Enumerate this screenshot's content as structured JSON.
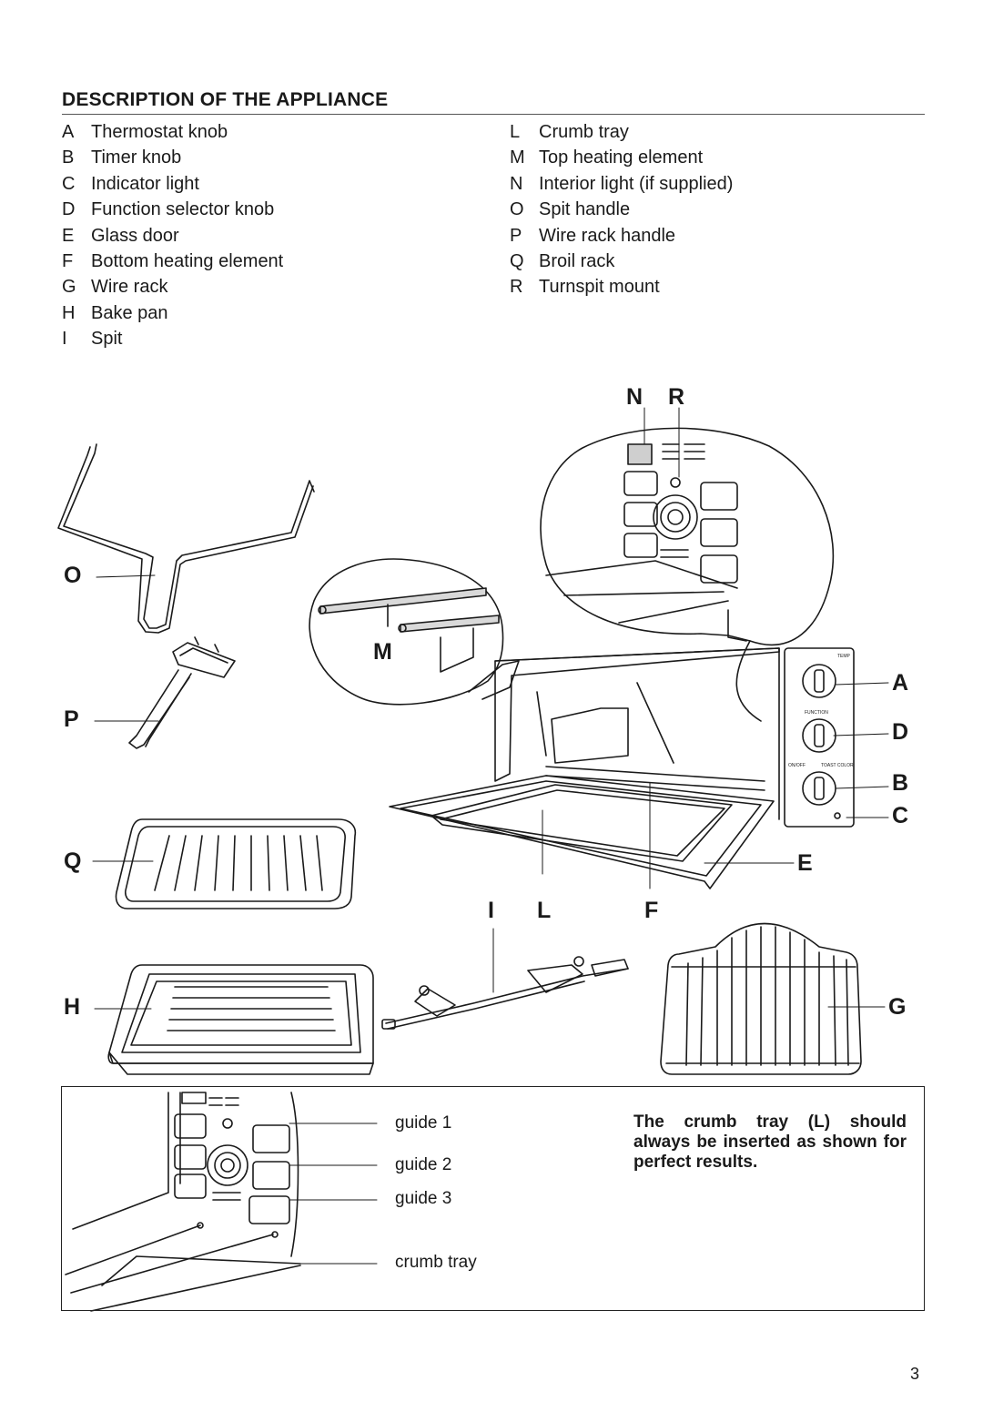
{
  "section": {
    "title": "DESCRIPTION OF THE APPLIANCE"
  },
  "parts_left": [
    {
      "key": "A",
      "name": "Thermostat knob"
    },
    {
      "key": "B",
      "name": "Timer knob"
    },
    {
      "key": "C",
      "name": "Indicator light"
    },
    {
      "key": "D",
      "name": "Function selector knob"
    },
    {
      "key": "E",
      "name": "Glass door"
    },
    {
      "key": "F",
      "name": "Bottom heating element"
    },
    {
      "key": "G",
      "name": "Wire rack"
    },
    {
      "key": "H",
      "name": "Bake pan"
    },
    {
      "key": "I",
      "name": "Spit"
    }
  ],
  "parts_right": [
    {
      "key": "L",
      "name": "Crumb tray"
    },
    {
      "key": "M",
      "name": "Top heating element"
    },
    {
      "key": "N",
      "name": "Interior light (if supplied)"
    },
    {
      "key": "O",
      "name": "Spit handle"
    },
    {
      "key": "P",
      "name": "Wire rack handle"
    },
    {
      "key": "Q",
      "name": "Broil rack"
    },
    {
      "key": "R",
      "name": "Turnspit mount"
    }
  ],
  "figure_labels": {
    "N": "N",
    "R": "R",
    "O": "O",
    "M": "M",
    "P": "P",
    "A": "A",
    "D": "D",
    "B": "B",
    "C": "C",
    "Q": "Q",
    "E": "E",
    "I": "I",
    "L": "L",
    "F": "F",
    "H": "H",
    "G": "G"
  },
  "panel_text": {
    "temp": "TEMP",
    "function": "FUNCTION",
    "on_off": "ON/OFF",
    "toast_color": "TOAST COLOR"
  },
  "inset": {
    "guide1": "guide 1",
    "guide2": "guide 2",
    "guide3": "guide 3",
    "crumb_tray": "crumb tray",
    "note": "The crumb tray (L) should always be inserted as shown for perfect results."
  },
  "page_number": "3"
}
